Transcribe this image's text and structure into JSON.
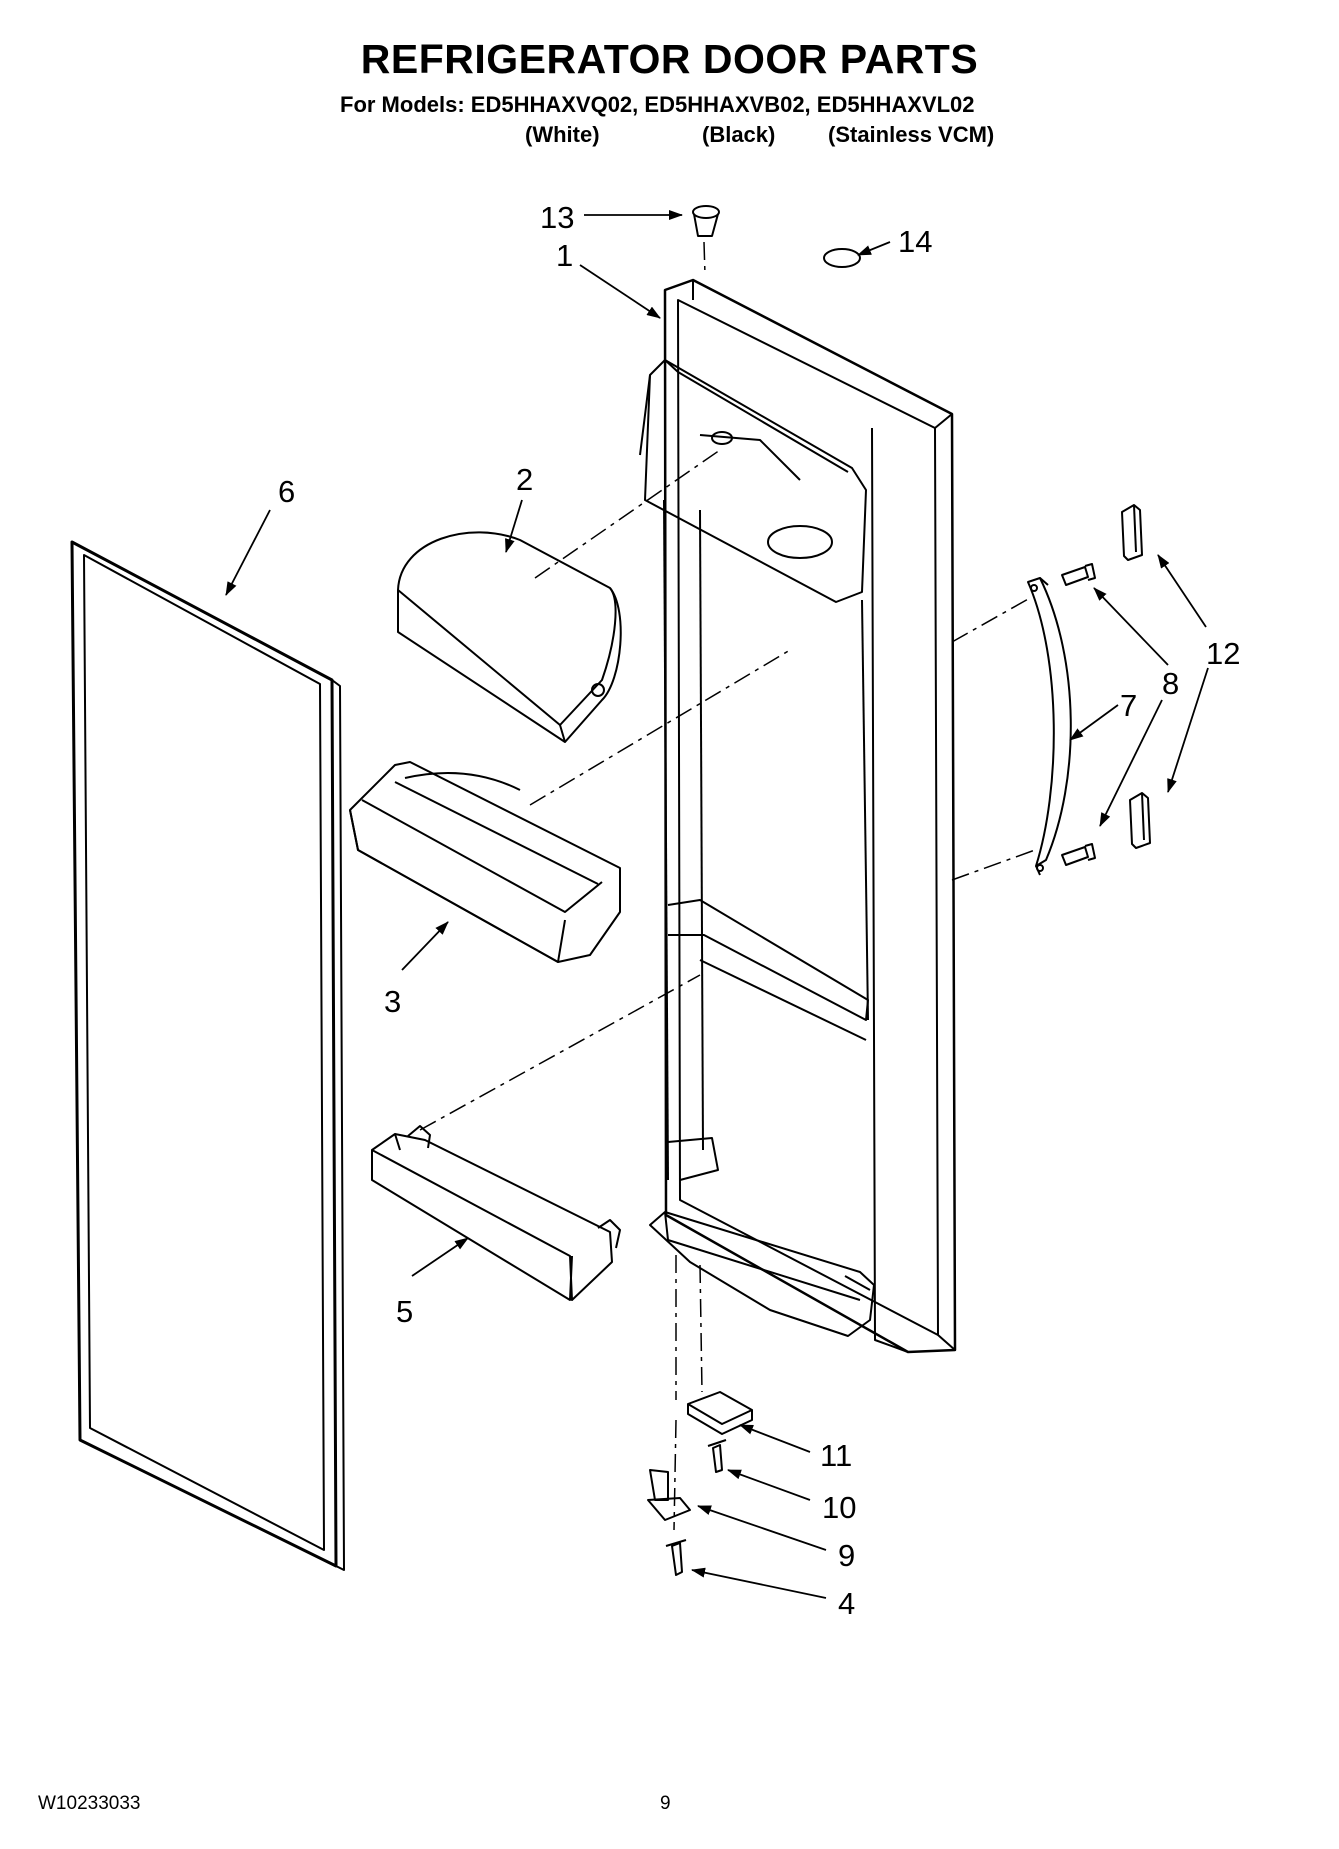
{
  "header": {
    "title": "REFRIGERATOR DOOR PARTS",
    "models_line": "For Models: ED5HHAXVQ02, ED5HHAXVB02, ED5HHAXVL02",
    "finishes": [
      "(White)",
      "(Black)",
      "(Stainless VCM)"
    ]
  },
  "callouts": [
    {
      "id": "c1",
      "label": "1"
    },
    {
      "id": "c2",
      "label": "2"
    },
    {
      "id": "c3",
      "label": "3"
    },
    {
      "id": "c4",
      "label": "4"
    },
    {
      "id": "c5",
      "label": "5"
    },
    {
      "id": "c6",
      "label": "6"
    },
    {
      "id": "c7",
      "label": "7"
    },
    {
      "id": "c8",
      "label": "8"
    },
    {
      "id": "c9",
      "label": "9"
    },
    {
      "id": "c10",
      "label": "10"
    },
    {
      "id": "c11",
      "label": "11"
    },
    {
      "id": "c12",
      "label": "12"
    },
    {
      "id": "c13",
      "label": "13"
    },
    {
      "id": "c14",
      "label": "14"
    }
  ],
  "footer": {
    "doc_number": "W10233033",
    "page_number": "9"
  }
}
